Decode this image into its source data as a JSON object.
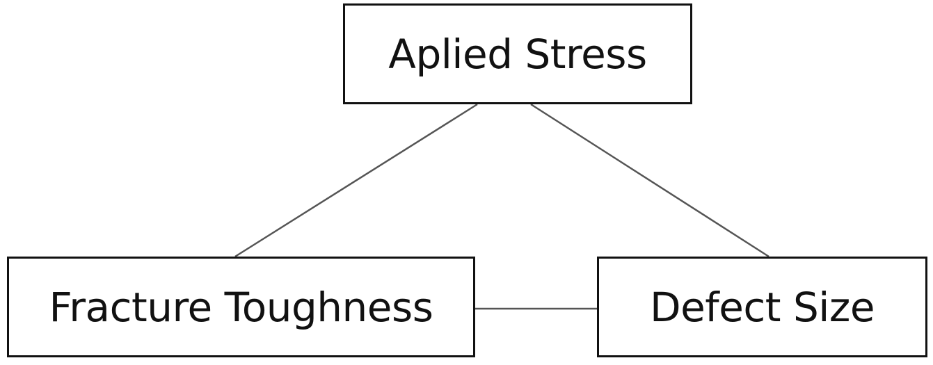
{
  "diagram": {
    "nodes": {
      "top": {
        "label": "Aplied Stress"
      },
      "left": {
        "label": "Fracture Toughness"
      },
      "right": {
        "label": "Defect Size"
      }
    },
    "edges": [
      {
        "from": "Aplied Stress",
        "to": "Fracture Toughness"
      },
      {
        "from": "Aplied Stress",
        "to": "Defect Size"
      },
      {
        "from": "Fracture Toughness",
        "to": "Defect Size"
      }
    ],
    "colors": {
      "box_border": "#111111",
      "connector": "#555555",
      "text": "#111111",
      "background": "#ffffff"
    }
  }
}
